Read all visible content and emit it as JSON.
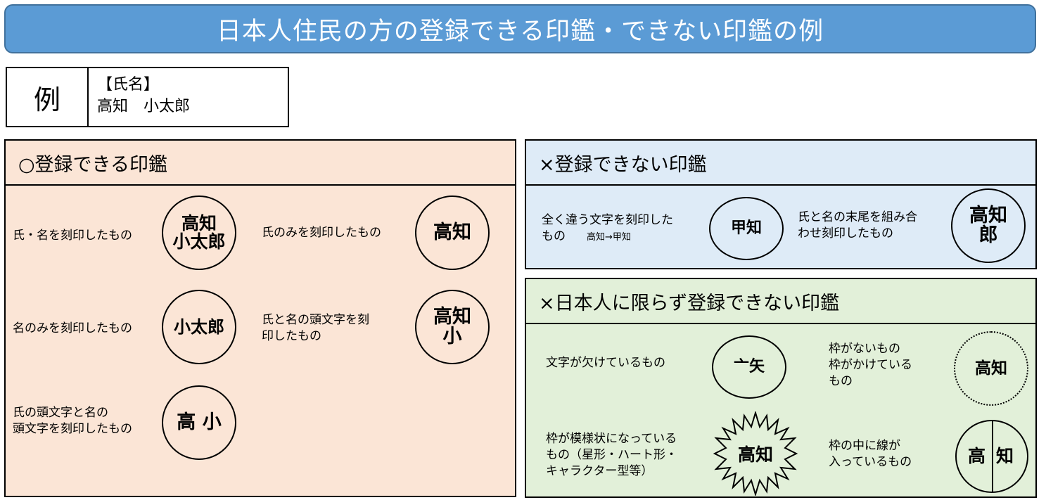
{
  "title": "日本人住民の方の登録できる印鑑・できない印鑑の例",
  "example": {
    "label": "例",
    "line1": "【氏名】",
    "line2": "高知　小太郎"
  },
  "ok_panel": {
    "header": "○登録できる印鑑",
    "items": [
      {
        "text": "氏・名を刻印したもの",
        "seal": [
          "高知",
          "小太郎"
        ]
      },
      {
        "text": "氏のみを刻印したもの",
        "seal": [
          "高知"
        ]
      },
      {
        "text": "名のみを刻印したもの",
        "seal": [
          "小太郎"
        ]
      },
      {
        "text_lines": [
          "氏と名の頭文字を刻",
          "印したもの"
        ],
        "seal": [
          "高知",
          "小"
        ]
      },
      {
        "text_lines": [
          "氏の頭文字と名の",
          "頭文字を刻印したもの"
        ],
        "seal": [
          "高 小"
        ]
      }
    ]
  },
  "ng_panel": {
    "header": "×登録できない印鑑",
    "items": [
      {
        "text_lines": [
          "全く違う文字を刻印した",
          "もの"
        ],
        "note": "高知→甲知",
        "seal": [
          "甲知"
        ]
      },
      {
        "text_lines": [
          "氏と名の末尾を組み合",
          "わせ刻印したもの"
        ],
        "seal": [
          "高知",
          "郎"
        ]
      }
    ]
  },
  "ng_all_panel": {
    "header": "×日本人に限らず登録できない印鑑",
    "items": [
      {
        "text": "文字が欠けているもの",
        "seal": [
          "亠矢"
        ]
      },
      {
        "text_lines": [
          "枠がないもの",
          "枠がかけている",
          "もの"
        ],
        "seal": [
          "高知"
        ]
      },
      {
        "text_lines": [
          "枠が模様状になっている",
          "もの（星形・ハート形・",
          "キャラクター型等）"
        ],
        "seal": [
          "高知"
        ]
      },
      {
        "text_lines": [
          "枠の中に線が",
          "入っているもの"
        ],
        "seal_left": "高",
        "seal_right": "知"
      }
    ]
  }
}
